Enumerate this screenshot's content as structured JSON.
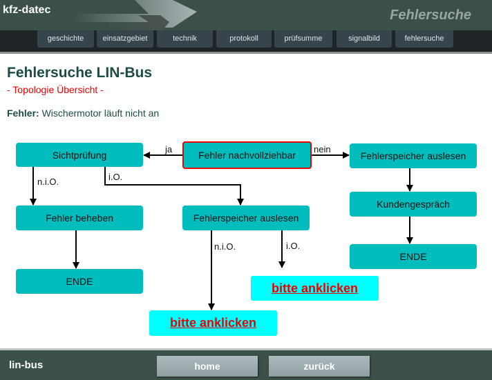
{
  "header": {
    "logo": "kfz-datec",
    "title": "Fehlersuche"
  },
  "nav": [
    "geschichte",
    "einsatzgebiet",
    "technik",
    "protokoll",
    "prüfsumme",
    "signalbild",
    "fehlersuche"
  ],
  "page": {
    "title": "Fehlersuche LIN-Bus",
    "subtitle": "- Topologie Übersicht -",
    "fault_label": "Fehler:",
    "fault_text": " Wischermotor läuft nicht an"
  },
  "flow": {
    "start": "Fehler nachvollziehbar",
    "yes": "ja",
    "no": "nein",
    "sicht": "Sichtprüfung",
    "nio": "n.i.O.",
    "io": "i.O.",
    "beheben": "Fehler beheben",
    "ende": "ENDE",
    "speicher": "Fehlerspeicher auslesen",
    "kunden": "Kundengespräch",
    "link": "bitte anklicken"
  },
  "footer": {
    "name": "lin-bus",
    "home": "home",
    "back": "zurück"
  }
}
